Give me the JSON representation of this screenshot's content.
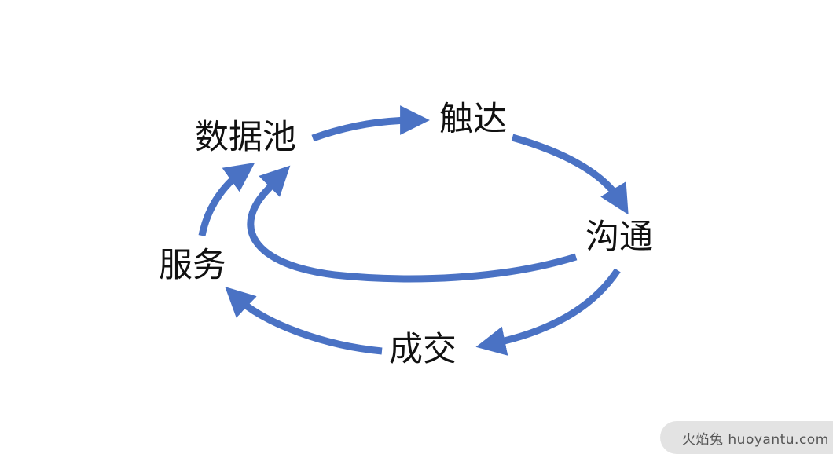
{
  "diagram": {
    "nodes": {
      "pool": "数据池",
      "reach": "触达",
      "talk": "沟通",
      "deal": "成交",
      "serve": "服务"
    },
    "edges": [
      {
        "from": "pool",
        "to": "reach"
      },
      {
        "from": "reach",
        "to": "talk"
      },
      {
        "from": "talk",
        "to": "deal"
      },
      {
        "from": "deal",
        "to": "serve"
      },
      {
        "from": "serve",
        "to": "pool"
      },
      {
        "from": "talk",
        "to": "pool"
      }
    ],
    "arrow_color": "#4a72c4"
  },
  "watermark": {
    "text": "火焰兔 huoyantu.com"
  }
}
